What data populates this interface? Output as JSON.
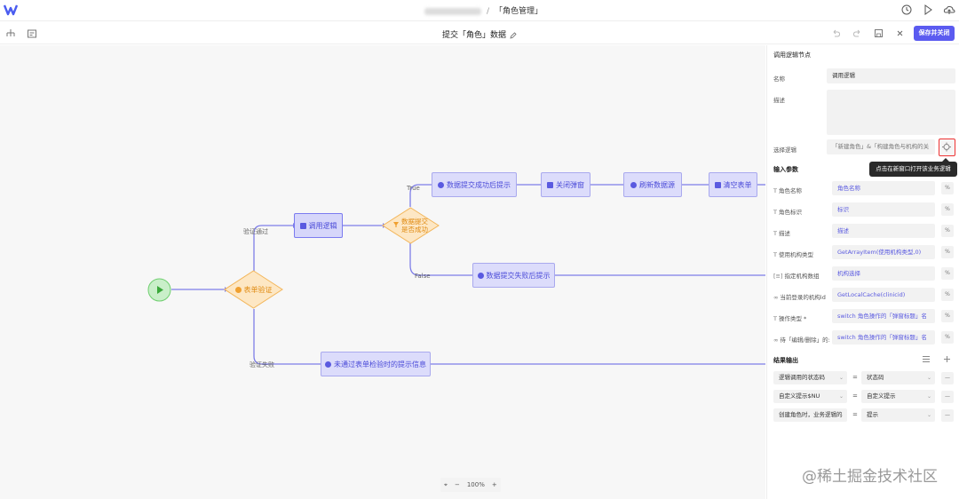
{
  "header": {
    "breadcrumb_blurred": "",
    "breadcrumb_sep": "/",
    "breadcrumb_current": "「角色管理」"
  },
  "toolbar": {
    "title": "提交「角色」数据",
    "save_label": "保存并关闭"
  },
  "canvas": {
    "nodes": {
      "form_validate": "表单验证",
      "call_logic": "调用逻辑",
      "submit_success_q": [
        "数据提交",
        "是否成功"
      ],
      "success_tip": "数据提交成功后提示",
      "close_popup": "关闭弹窗",
      "refresh_source": "刷新数据源",
      "clear_form": "清空表单",
      "fail_tip": "数据提交失败后提示",
      "invalid_tip": "未通过表单检验时的提示信息"
    },
    "edge_labels": {
      "validate_pass": "验证通过",
      "validate_fail": "验证失败",
      "true_label": "True",
      "false_label": "False"
    },
    "zoom": "100%"
  },
  "panel": {
    "title": "调用逻辑节点",
    "name_label": "名称",
    "name_value": "调用逻辑",
    "desc_label": "描述",
    "desc_value": "",
    "select_logic_label": "选择逻辑",
    "select_logic_value": "「新建角色」&「构建角色与机构的关",
    "tooltip": "点击在新窗口打开该业务逻辑",
    "input_params_title": "输入参数",
    "params": [
      {
        "label": "角色名称",
        "value": "角色名称"
      },
      {
        "label": "角色标识",
        "value": "标识"
      },
      {
        "label": "描述",
        "value": "描述"
      },
      {
        "label": "使用机构类型",
        "value": "GetArrayItem(使用机构类型,0)"
      },
      {
        "label": "指定机构数组",
        "value": "机构选择"
      },
      {
        "label": "当前登录的机构id",
        "value": "GetLocalCache(clinicid)"
      },
      {
        "label": "操作类型 *",
        "value": "switch 角色操作的「弹窗标题」名"
      },
      {
        "label": "待「编辑/删除」的:",
        "value": "switch 角色操作的「弹窗标题」名"
      }
    ],
    "output_title": "结果输出",
    "outputs": [
      {
        "left": "逻辑调用的状态码",
        "right": "状态码"
      },
      {
        "left": "自定义提示$NU",
        "right": "自定义提示"
      },
      {
        "left": "创建角色时，业务逻辑的",
        "right": "提示"
      }
    ],
    "equals": "="
  },
  "watermark": "@稀土掘金技术社区",
  "colors": {
    "accent": "#5b5bf0",
    "node_fill": "#dcdcfb",
    "diamond_fill": "#fde7c4",
    "start_fill": "#c9efc9",
    "highlight": "#e33333"
  }
}
